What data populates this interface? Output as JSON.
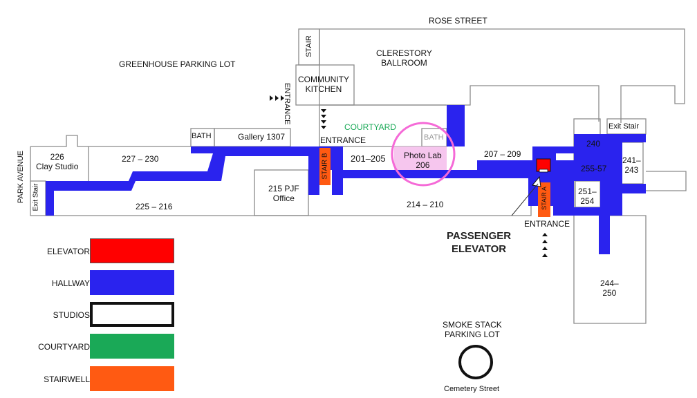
{
  "colors": {
    "elevator": "#ff0000",
    "hallway": "#2a23ee",
    "courtyard": "#1aa957",
    "stairwell": "#ff5a12",
    "photo_lab_fill": "#f6c6ee",
    "highlight_circle": "#f56ad7",
    "courtyard_text": "#1aa957"
  },
  "streets": {
    "rose_street": "ROSE STREET",
    "park_avenue": "PARK AVENUE",
    "greenhouse_lot": "GREENHOUSE PARKING LOT",
    "smoke_stack_lot": "SMOKE STACK\nPARKING LOT",
    "cemetery_street": "Cemetery Street"
  },
  "rooms": {
    "clerestory_ballroom": "CLERESTORY\nBALLROOM",
    "community_kitchen": "COMMUNITY\nKITCHEN",
    "stair_top": "STAIR",
    "entrance_vertical": "ENTRANCE",
    "courtyard": "COURTYARD",
    "bath_left": "BATH",
    "gallery": "Gallery 1307",
    "bath_right": "BATH",
    "entrance_center": "ENTRANCE",
    "clay_studio": "226\nClay Studio",
    "r227_230": "227 – 230",
    "r225_216": "225 – 216",
    "exit_stair_left": "Exit Stair",
    "pjf_office": "215 PJF\nOffice",
    "stair_b": "STAIR B",
    "r201_205": "201–205",
    "photo_lab": "Photo Lab\n206",
    "r214_210": "214 – 210",
    "r207_209": "207 – 209",
    "stair_a": "STAIR A",
    "entrance_right": "ENTRANCE",
    "passenger_elevator": "PASSENGER\nELEVATOR",
    "r240": "240",
    "exit_stair_right": "Exit Stair",
    "r241_243": "241–\n243",
    "r255_57": "255-57",
    "r251_254": "251–\n254",
    "r244_250": "244–\n250"
  },
  "legend": [
    {
      "label": "ELEVATOR",
      "color": "#ff0000"
    },
    {
      "label": "HALLWAY",
      "color": "#2a23ee"
    },
    {
      "label": "STUDIOS",
      "color": "#ffffff"
    },
    {
      "label": "COURTYARD",
      "color": "#1aa957"
    },
    {
      "label": "STAIRWELL",
      "color": "#ff5a12"
    }
  ]
}
